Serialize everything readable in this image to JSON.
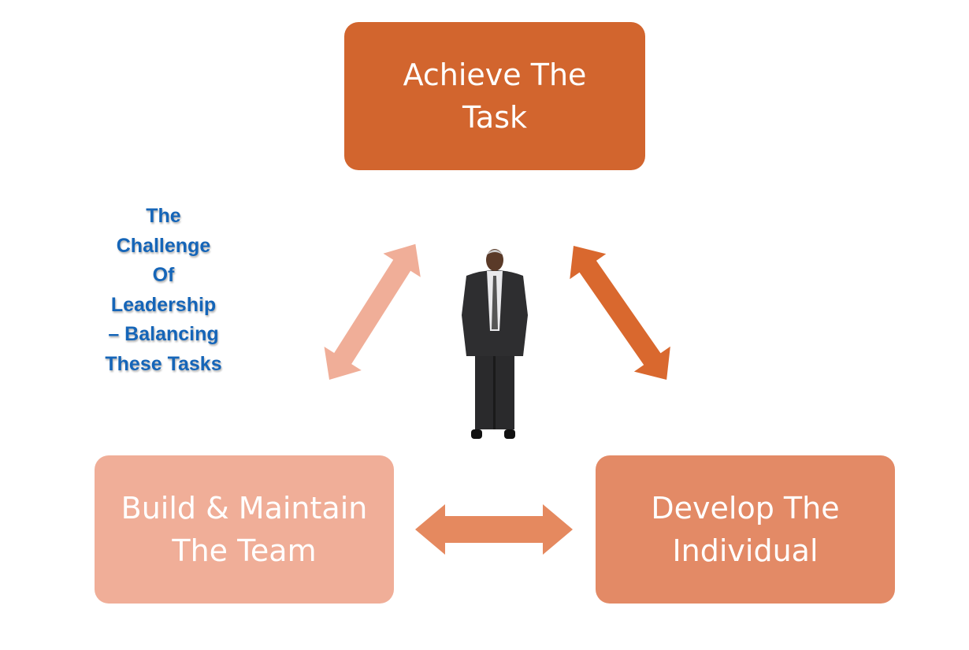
{
  "boxes": {
    "task": {
      "line1": "Achieve The",
      "line2": "Task"
    },
    "team": {
      "line1": "Build & Maintain",
      "line2": "The Team"
    },
    "individual": {
      "line1": "Develop The",
      "line2": "Individual"
    }
  },
  "side_text": [
    "The",
    "Challenge",
    "Of",
    "Leadership",
    "– Balancing",
    "These Tasks"
  ],
  "colors": {
    "task": "#D2652E",
    "team": "#F0AE98",
    "individual": "#E38A66",
    "title": "#1565B8"
  }
}
